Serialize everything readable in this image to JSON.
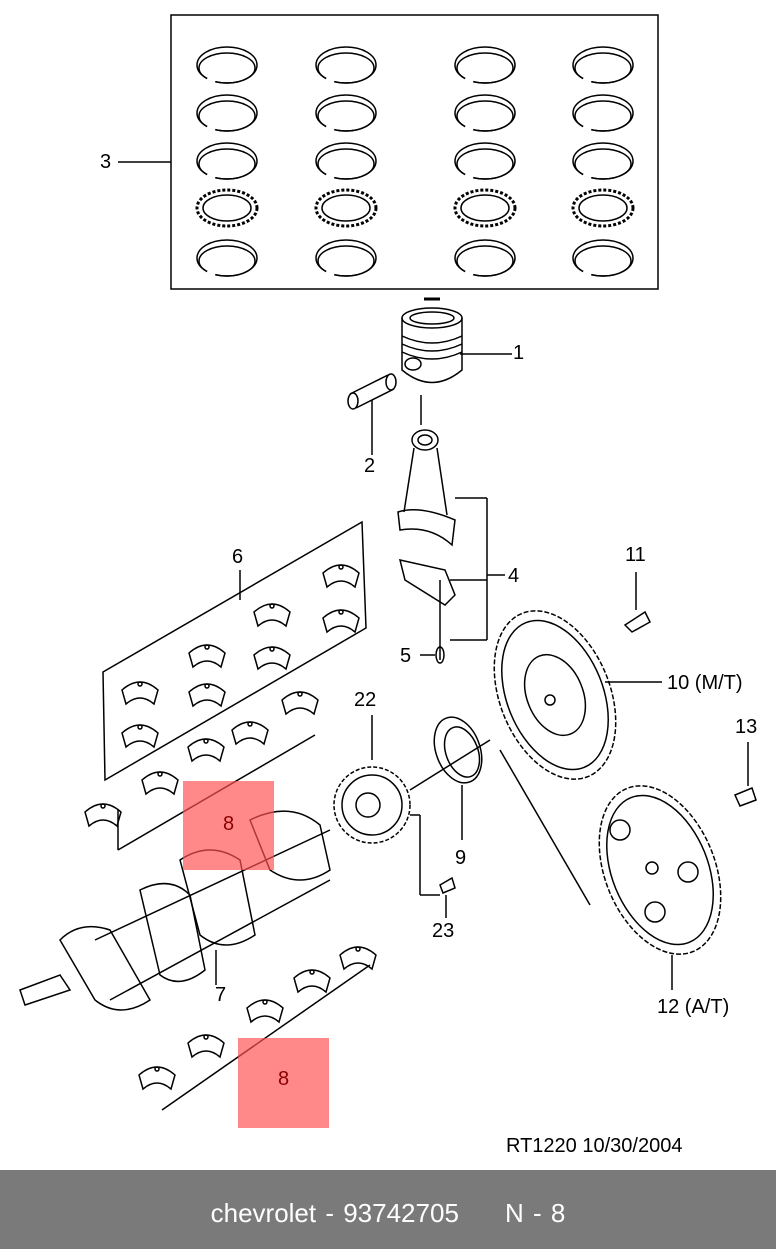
{
  "callouts": {
    "c1": "1",
    "c2": "2",
    "c3": "3",
    "c4": "4",
    "c5": "5",
    "c6": "6",
    "c7": "7",
    "c8a": "8",
    "c8b": "8",
    "c9": "9",
    "c10": "10 (M/T)",
    "c11": "11",
    "c12": "12 (A/T)",
    "c13": "13",
    "c22": "22",
    "c23": "23"
  },
  "drawing_ref": "RT1220  10/30/2004",
  "footer": {
    "brand": "chevrolet",
    "part_number": "93742705",
    "position_code": "N - 8"
  },
  "colors": {
    "highlight": "#ff5050",
    "footer_bg": "#7a7a7a",
    "footer_text": "#ffffff",
    "line": "#000000"
  }
}
